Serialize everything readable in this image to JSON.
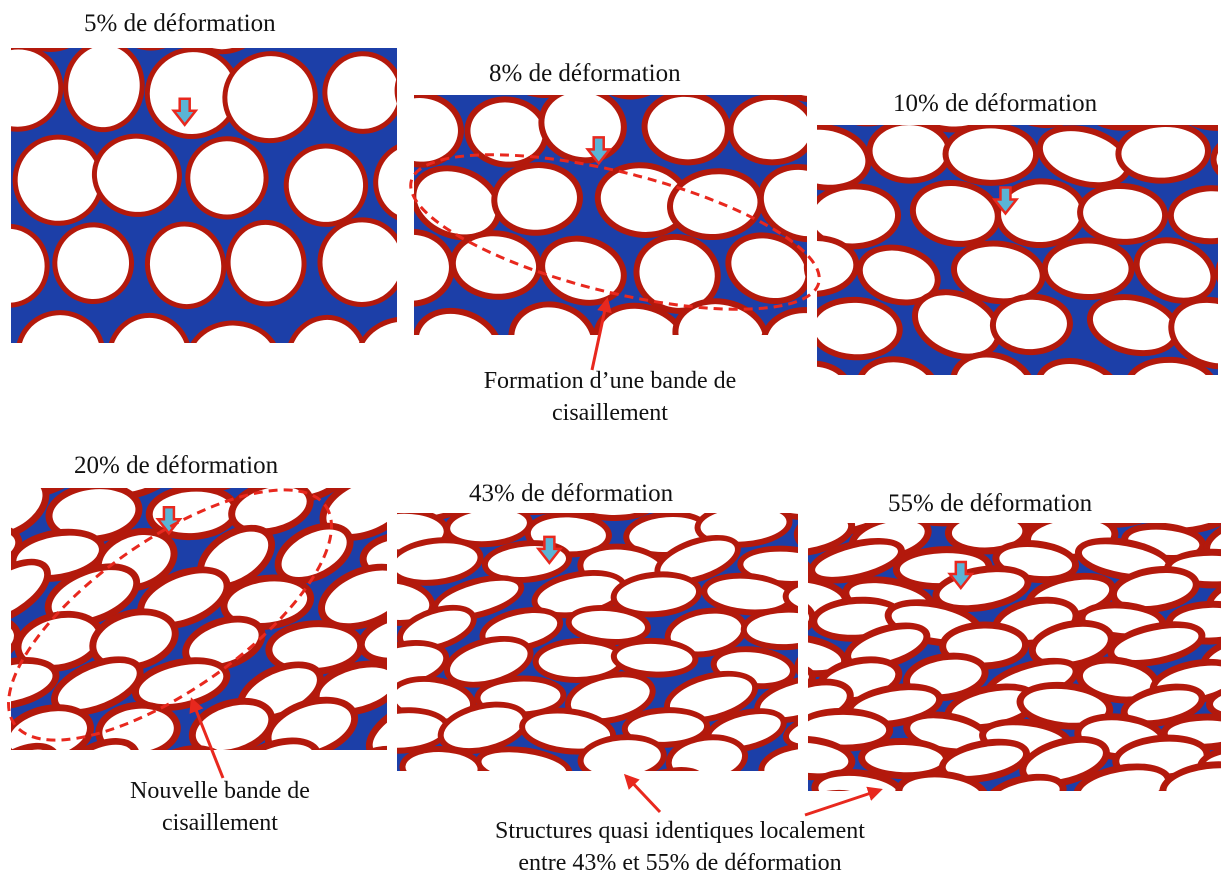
{
  "panels": [
    {
      "label": "5% de déformation"
    },
    {
      "label": "8% de déformation"
    },
    {
      "label": "10% de déformation"
    },
    {
      "label": "20% de déformation"
    },
    {
      "label": "43% de déformation"
    },
    {
      "label": "55% de déformation"
    }
  ],
  "annotations": {
    "shear_band_caption_line1": "Formation d’une bande de",
    "shear_band_caption_line2": "cisaillement",
    "new_band_caption_line1": "Nouvelle bande de",
    "new_band_caption_line2": "cisaillement",
    "similar_caption_line1": "Structures quasi identiques localement",
    "similar_caption_line2": "entre 43% et 55% de déformation"
  },
  "colors": {
    "matrix_blue": "#1c3fa8",
    "strain_red": "#b3190c",
    "pore_white": "#ffffff",
    "arrow_red": "#e8281e",
    "marker_cyan": "#5ab4d6"
  }
}
